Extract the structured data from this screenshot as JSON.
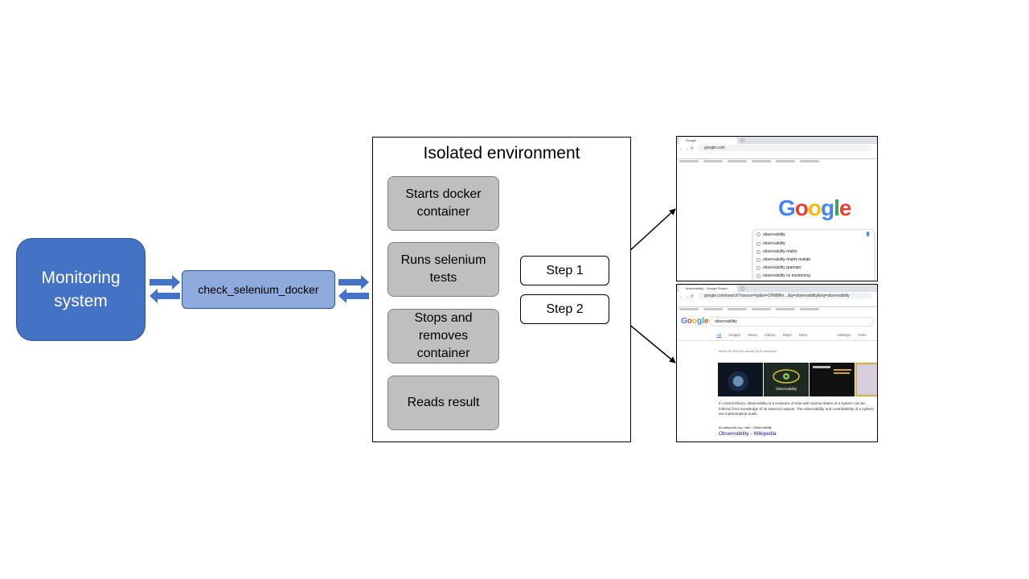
{
  "monitoring": {
    "label": "Monitoring system"
  },
  "plugin": {
    "label": "check_selenium_docker"
  },
  "isolated": {
    "title": "Isolated environment",
    "steps": [
      {
        "lines": [
          "Starts docker",
          "container"
        ]
      },
      {
        "lines": [
          "Runs selenium",
          "tests"
        ]
      },
      {
        "lines": [
          "Stops and",
          "removes",
          "container"
        ]
      },
      {
        "lines": [
          "Reads result"
        ]
      }
    ]
  },
  "test_steps": {
    "step1": "Step 1",
    "step2": "Step 2"
  },
  "browser1": {
    "tab": "Google",
    "url": "google.com",
    "logo": "Google",
    "query": "observability",
    "suggestions": [
      "observability",
      "observability matrix",
      "observability matrix matlab",
      "observability gramian",
      "observability vs monitoring"
    ]
  },
  "browser2": {
    "tab": "observability - Google Search",
    "url": "google.com/search?source=hp&ei=CRM8Rn…&q=observability&oq=observability",
    "logo": "Google",
    "query": "observability",
    "tabs": [
      "All",
      "Images",
      "News",
      "Videos",
      "Maps",
      "More",
      "Settings",
      "Tools"
    ],
    "result_count": "About 30 300 000 results (0,34 seconds)",
    "thumb_label": "Observability",
    "snippet": "In control theory, observability is a measure of how well internal states of a system can be inferred from knowledge of its external outputs. The observability and controllability of a system are mathematical duals.",
    "result_url": "en.wikipedia.org › wiki › Observability",
    "result_title": "Observability - Wikipedia"
  },
  "colors": {
    "monitoring_fill": "#4472c4",
    "plugin_fill": "#8faadc",
    "step_fill": "#bfbfbf",
    "arrow_blue": "#4472c4"
  }
}
